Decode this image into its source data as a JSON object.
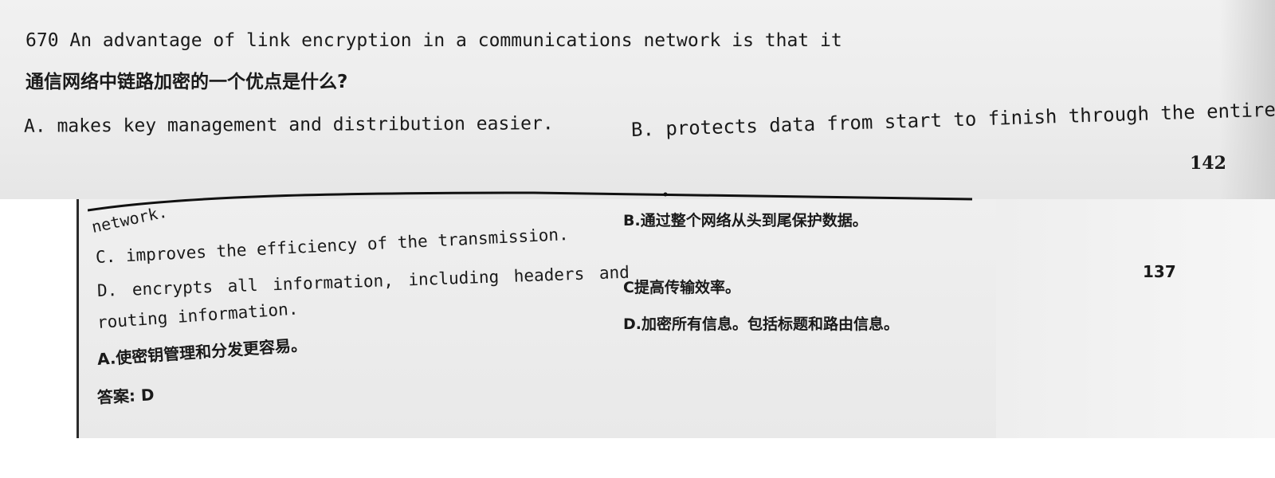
{
  "question": {
    "stem_en": "670 An advantage of link encryption in a communications network is that it",
    "stem_zh": "通信网络中链路加密的一个优点是什么?",
    "option_a_en": "A. makes key management and distribution easier.",
    "option_b_en": "B. protects data from start to finish through the entire",
    "option_b_en_cont": "network.",
    "option_c_en": "C. improves the efficiency of the transmission.",
    "option_d_en_1": "D. encrypts all information, including headers and",
    "option_d_en_2": "routing information.",
    "option_a_zh": "A.使密钥管理和分发更容易。",
    "option_b_zh": "B.通过整个网络从头到尾保护数据。",
    "option_c_zh": "C提高传输效率。",
    "option_d_zh": "D.加密所有信息。包括标题和路由信息。",
    "answer": "答案: D"
  },
  "page_numbers": {
    "top": "142",
    "right": "137"
  }
}
